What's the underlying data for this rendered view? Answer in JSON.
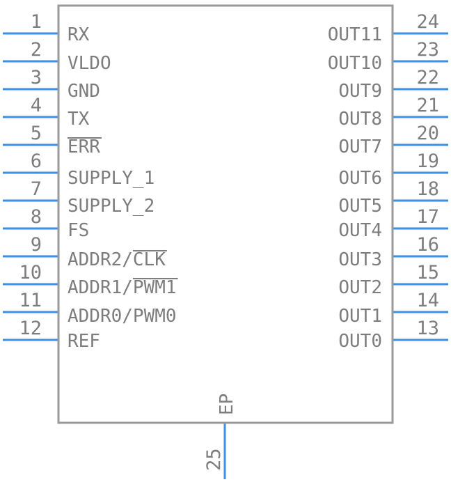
{
  "colors": {
    "body": "#9a9a9a",
    "pin": "#3b8fe6",
    "text": "#7d7d7d"
  },
  "left_pins": [
    {
      "number": "1",
      "label": "RX",
      "bar": ""
    },
    {
      "number": "2",
      "label": "VLDO",
      "bar": ""
    },
    {
      "number": "3",
      "label": "GND",
      "bar": ""
    },
    {
      "number": "4",
      "label": "TX",
      "bar": ""
    },
    {
      "number": "5",
      "label": "",
      "bar": "ERR"
    },
    {
      "number": "6",
      "label": "SUPPLY_1",
      "bar": ""
    },
    {
      "number": "7",
      "label": "SUPPLY_2",
      "bar": ""
    },
    {
      "number": "8",
      "label": "FS",
      "bar": ""
    },
    {
      "number": "9",
      "label": "ADDR2/",
      "bar": "CLK"
    },
    {
      "number": "10",
      "label": "ADDR1/",
      "bar": "PWM1"
    },
    {
      "number": "11",
      "label": "ADDR0/PWM0",
      "bar": ""
    },
    {
      "number": "12",
      "label": "REF",
      "bar": ""
    }
  ],
  "right_pins": [
    {
      "number": "24",
      "label": "OUT11"
    },
    {
      "number": "23",
      "label": "OUT10"
    },
    {
      "number": "22",
      "label": "OUT9"
    },
    {
      "number": "21",
      "label": "OUT8"
    },
    {
      "number": "20",
      "label": "OUT7"
    },
    {
      "number": "19",
      "label": "OUT6"
    },
    {
      "number": "18",
      "label": "OUT5"
    },
    {
      "number": "17",
      "label": "OUT4"
    },
    {
      "number": "16",
      "label": "OUT3"
    },
    {
      "number": "15",
      "label": "OUT2"
    },
    {
      "number": "14",
      "label": "OUT1"
    },
    {
      "number": "13",
      "label": "OUT0"
    }
  ],
  "bottom_pin": {
    "number": "25",
    "label": "EP"
  }
}
